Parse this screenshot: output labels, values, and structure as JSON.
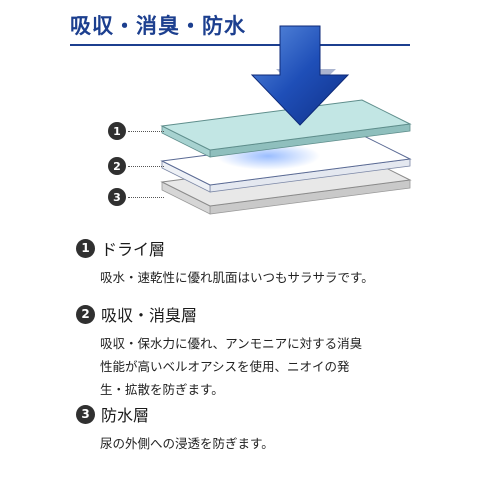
{
  "header": {
    "title": "吸収・消臭・防水"
  },
  "colors": {
    "brand": "#1c3f8f",
    "arrow": "#1f4fb8",
    "dry_layer": "#c2e6e4",
    "absorb_layer": "#ffffff",
    "waterproof_layer": "#e8e8e8",
    "badge": "#303030"
  },
  "diagram": {
    "arrow_icon": "down-arrow-icon",
    "layers": [
      {
        "marker": "1"
      },
      {
        "marker": "2"
      },
      {
        "marker": "3"
      }
    ]
  },
  "sections": [
    {
      "number": "1",
      "title": "ドライ層",
      "lines": [
        "吸水・速乾性に優れ肌面はいつもサラサラです。"
      ]
    },
    {
      "number": "2",
      "title": "吸収・消臭層",
      "lines": [
        "吸収・保水力に優れ、アンモニアに対する消臭",
        "性能が高いベルオアシスを使用、ニオイの発",
        "生・拡散を防ぎます。"
      ]
    },
    {
      "number": "3",
      "title": "防水層",
      "lines": [
        "尿の外側への浸透を防ぎます。"
      ]
    }
  ]
}
